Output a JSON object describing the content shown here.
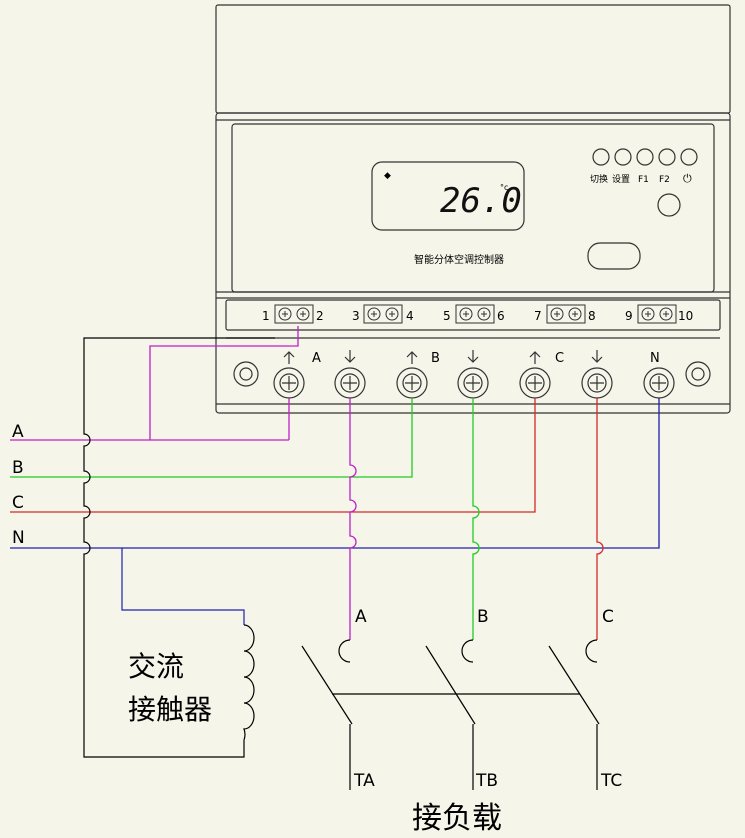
{
  "device": {
    "display_value": "26.0",
    "display_unit": "°c",
    "name": "智能分体空调控制器",
    "buttons": [
      "切换",
      "设置",
      "F1",
      "F2"
    ],
    "terminal_numbers": [
      "1",
      "2",
      "3",
      "4",
      "5",
      "6",
      "7",
      "8",
      "9",
      "10"
    ],
    "phase_labels": [
      "A",
      "B",
      "C",
      "N"
    ]
  },
  "supply_lines": [
    "A",
    "B",
    "C",
    "N"
  ],
  "contactor": {
    "line1": "交流",
    "line2": "接触器"
  },
  "contacts": {
    "top": [
      "A",
      "B",
      "C"
    ],
    "bottom": [
      "TA",
      "TB",
      "TC"
    ]
  },
  "load_label": "接负载",
  "colors": {
    "A": "#c020c8",
    "B": "#22cc22",
    "C": "#d42a2a",
    "N": "#2020b0",
    "black": "#000000"
  }
}
